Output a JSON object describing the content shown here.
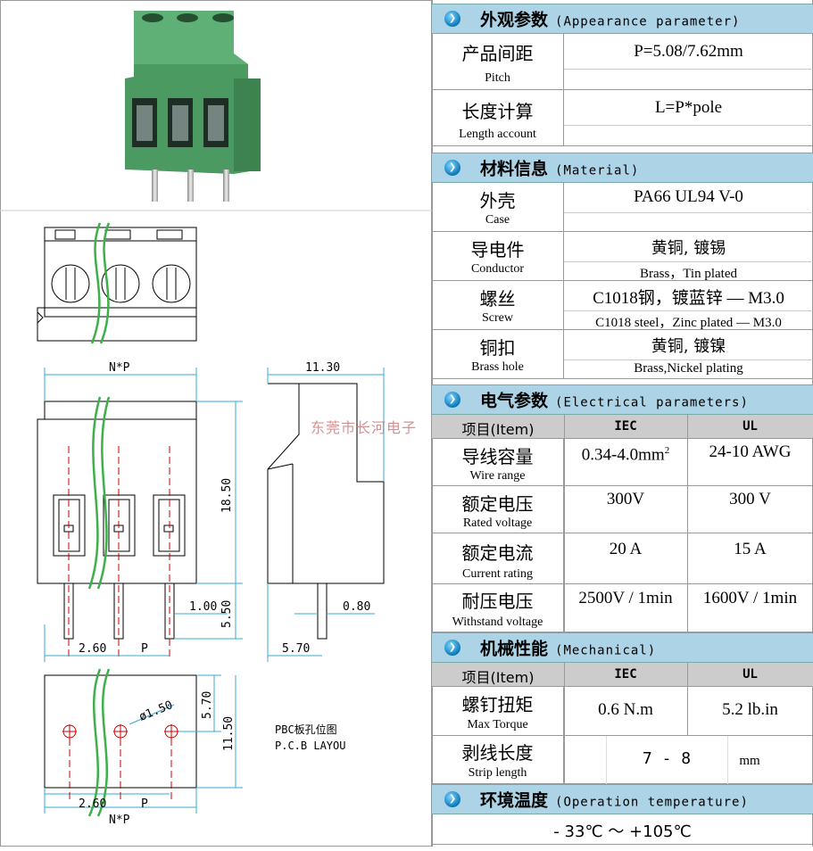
{
  "watermark": "东莞市长河电子",
  "drawing": {
    "label_np": "N*P",
    "dim_11_30": "11.30",
    "dim_18_50": "18.50",
    "dim_1_00": "1.00",
    "dim_5_50": "5.50",
    "dim_0_80": "0.80",
    "dim_2_60": "2.60",
    "dim_p": "P",
    "dim_5_70_side": "5.70",
    "dim_phi": "ø1.50",
    "dim_5_70_pcb": "5.70",
    "dim_11_50": "11.50",
    "dim_2_60_pcb": "2.60",
    "dim_p_pcb": "P",
    "label_np_pcb": "N*P",
    "pcb_cn": "PBC板孔位图",
    "pcb_en": "P.C.B LAYOU"
  },
  "sections": {
    "appearance": {
      "cn": "外观参数",
      "en": "(Appearance parameter)"
    },
    "material": {
      "cn": "材料信息",
      "en": "(Material)"
    },
    "electrical": {
      "cn": "电气参数",
      "en": "(Electrical parameters)"
    },
    "mechanical": {
      "cn": "机械性能",
      "en": "(Mechanical)"
    },
    "temperature": {
      "cn": "环境温度",
      "en": "(Operation temperature)"
    }
  },
  "appearance_rows": [
    {
      "cn": "产品间距",
      "en": "Pitch",
      "value": "P=5.08/7.62mm"
    },
    {
      "cn": "长度计算",
      "en": "Length account",
      "value": "L=P*pole"
    }
  ],
  "material_rows": [
    {
      "cn": "外壳",
      "en": "Case",
      "value_cn": "PA66 UL94 V-0",
      "value_en": ""
    },
    {
      "cn": "导电件",
      "en": "Conductor",
      "value_cn": "黄铜, 镀锡",
      "value_en": "Brass，Tin plated"
    },
    {
      "cn": "螺丝",
      "en": "Screw",
      "value_cn": "C1018钢，镀蓝锌 — M3.0",
      "value_en": "C1018 steel，Zinc plated — M3.0"
    },
    {
      "cn": "铜扣",
      "en": "Brass hole",
      "value_cn": "黄铜, 镀镍",
      "value_en": "Brass,Nickel plating"
    }
  ],
  "electrical_header": {
    "item": "项目(Item)",
    "iec": "IEC",
    "ul": "UL"
  },
  "electrical_rows": [
    {
      "cn": "导线容量",
      "en": "Wire range",
      "iec": "0.34-4.0mm",
      "iec_sup": "2",
      "ul": "24-10  AWG"
    },
    {
      "cn": "额定电压",
      "en": "Rated voltage",
      "iec": "300V",
      "iec_sup": "",
      "ul": "300 V"
    },
    {
      "cn": "额定电流",
      "en": "Current rating",
      "iec": "20 A",
      "iec_sup": "",
      "ul": "15 A"
    },
    {
      "cn": "耐压电压",
      "en": "Withstand voltage",
      "iec": "2500V / 1min",
      "iec_sup": "",
      "ul": "1600V / 1min"
    }
  ],
  "mechanical_header": {
    "item": "项目(Item)",
    "iec": "IEC",
    "ul": "UL"
  },
  "mechanical_rows": [
    {
      "cn": "螺钉扭矩",
      "en": "Max Torque",
      "iec": "0.6  N.m",
      "ul": "5.2 lb.in"
    }
  ],
  "strip": {
    "cn": "剥线长度",
    "en": "Strip length",
    "value": "7  -  8",
    "unit": "mm"
  },
  "temperature_value": "- 33℃  ～  +105℃",
  "colors": {
    "section_bg": "#add3e6",
    "header_bg": "#cccccc",
    "terminal_green": "#4a9a62",
    "wave_green": "#3cb04a"
  }
}
